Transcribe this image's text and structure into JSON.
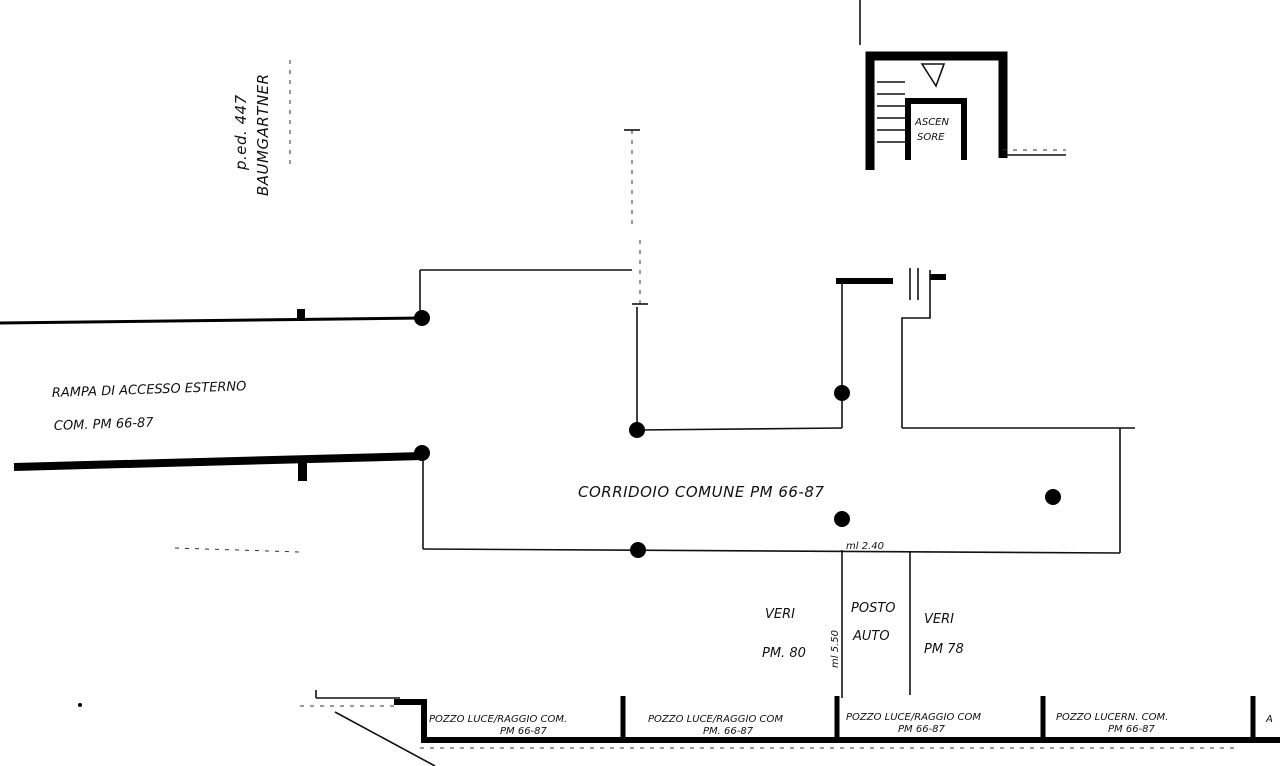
{
  "plan": {
    "parcel": {
      "number": "p.ed. 447",
      "name": "BAUMGARTNER"
    },
    "rooms": {
      "ramp_line1": "RAMPA DI ACCESSO ESTERNO",
      "ramp_line2": "COM. PM 66-87",
      "corridor": "CORRIDOIO COMUNE PM 66-87",
      "elevator_line1": "ASCEN",
      "elevator_line2": "SORE",
      "parking_line1": "POSTO",
      "parking_line2": "AUTO",
      "left_neighbor_line1": "VERI",
      "left_neighbor_line2": "PM. 80",
      "right_neighbor_line1": "VERI",
      "right_neighbor_line2": "PM 78"
    },
    "dimensions": {
      "width_label": "ml 2.40",
      "depth_label": "ml 5.50"
    },
    "light_wells": [
      {
        "line1": "POZZO LUCE/RAGGIO COM.",
        "line2": "PM 66-87"
      },
      {
        "line1": "POZZO LUCE/RAGGIO COM",
        "line2": "PM. 66-87"
      },
      {
        "line1": "POZZO LUCE/RAGGIO COM",
        "line2": "PM 66-87"
      },
      {
        "line1": "POZZO LUCERN. COM.",
        "line2": "PM 66-87"
      }
    ],
    "edge_fragment": "A"
  }
}
